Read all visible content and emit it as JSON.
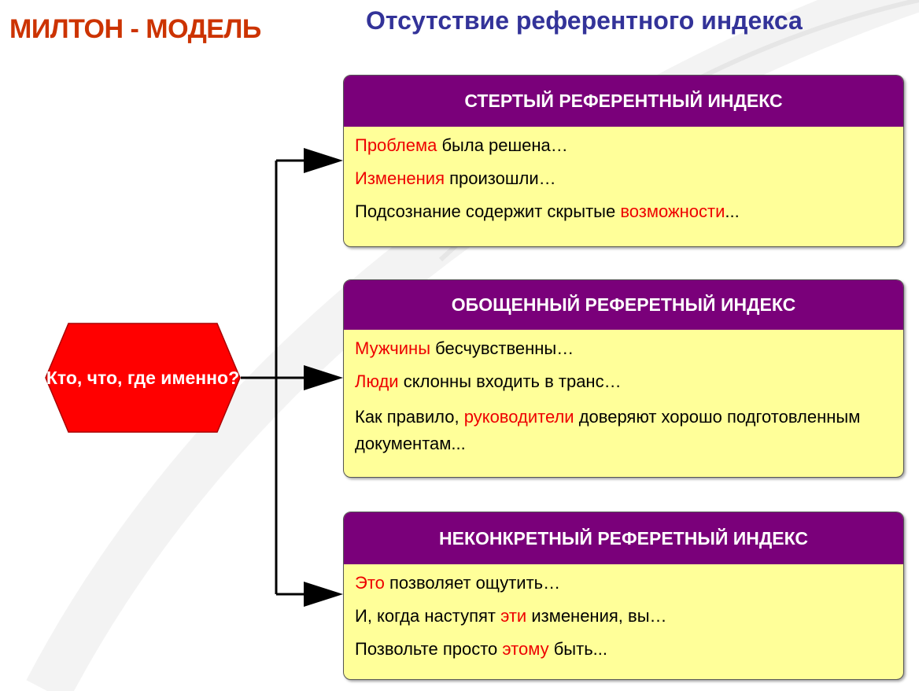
{
  "header": {
    "left_title": "МИЛТОН - МОДЕЛЬ",
    "main_title": "Отсутствие референтного индекса"
  },
  "source_node": {
    "label": "Кто, что, где именно?"
  },
  "colors": {
    "purple": "#7a007a",
    "yellow": "#ffff99",
    "red": "#ee0000",
    "node": "#ff0000"
  },
  "boxes": [
    {
      "title": "СТЕРТЫЙ РЕФЕРЕНТНЫЙ ИНДЕКС",
      "lines": [
        [
          {
            "t": "Проблема",
            "red": true
          },
          {
            "t": " была решена…",
            "red": false
          }
        ],
        [
          {
            "t": "Изменения",
            "red": true
          },
          {
            "t": " произошли…",
            "red": false
          }
        ],
        [
          {
            "t": "Подсознание содержит скрытые ",
            "red": false
          },
          {
            "t": "возможности",
            "red": true
          },
          {
            "t": "...",
            "red": false
          }
        ]
      ]
    },
    {
      "title": "ОБОЩЕННЫЙ РЕФЕРЕТНЫЙ ИНДЕКС",
      "lines": [
        [
          {
            "t": "Мужчины",
            "red": true
          },
          {
            "t": " бесчувственны…",
            "red": false
          }
        ],
        [
          {
            "t": "Люди",
            "red": true
          },
          {
            "t": " склонны входить в транс…",
            "red": false
          }
        ],
        [
          {
            "t": "Как правило, ",
            "red": false
          },
          {
            "t": "руководители",
            "red": true
          },
          {
            "t": " доверяют хорошо подготовленным документам...",
            "red": false
          }
        ]
      ]
    },
    {
      "title": "НЕКОНКРЕТНЫЙ РЕФЕРЕТНЫЙ ИНДЕКС",
      "lines": [
        [
          {
            "t": "Это",
            "red": true
          },
          {
            "t": " позволяет ощутить…",
            "red": false
          }
        ],
        [
          {
            "t": "И, когда наступят ",
            "red": false
          },
          {
            "t": "эти",
            "red": true
          },
          {
            "t": " изменения, вы…",
            "red": false
          }
        ],
        [
          {
            "t": "Позвольте просто ",
            "red": false
          },
          {
            "t": "этому",
            "red": true
          },
          {
            "t": " быть...",
            "red": false
          }
        ]
      ]
    }
  ]
}
